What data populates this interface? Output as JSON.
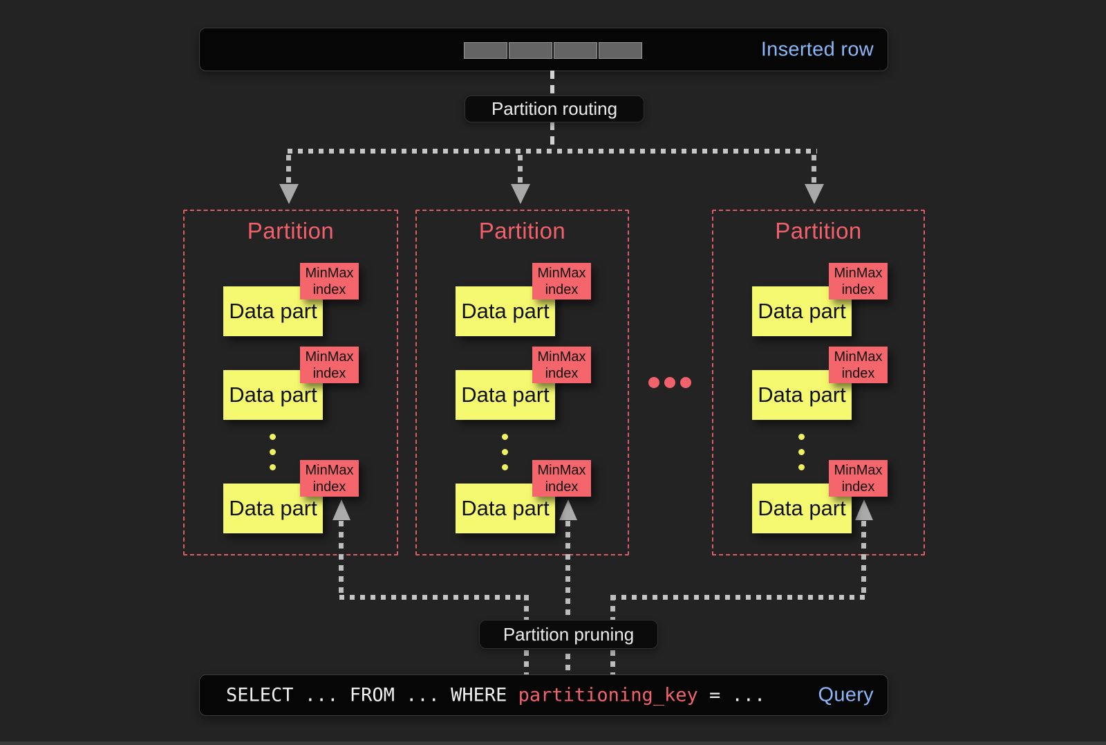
{
  "colors": {
    "background": "#232323",
    "bar_background": "#060606",
    "accent_blue": "#8ab7f8",
    "partition_border_red": "#dd5e66",
    "partition_title_red": "#f2606b",
    "minmax_red": "#f4656c",
    "datapart_yellow": "#f5f96f",
    "gray_line": "#c6c6c6",
    "arrow_gray": "#a8a8a8",
    "sql_key_red": "#f2626c"
  },
  "inserted_row": {
    "label": "Inserted row",
    "cell_count": 4
  },
  "routing_label": "Partition routing",
  "pruning_label": "Partition pruning",
  "ellipsis": "between partition 2 and 3",
  "partitions": [
    {
      "title": "Partition",
      "parts": [
        {
          "label": "Data part",
          "tag": [
            "MinMax",
            "index"
          ]
        },
        {
          "label": "Data part",
          "tag": [
            "MinMax",
            "index"
          ]
        },
        {
          "label": "Data part",
          "tag": [
            "MinMax",
            "index"
          ]
        }
      ]
    },
    {
      "title": "Partition",
      "parts": [
        {
          "label": "Data part",
          "tag": [
            "MinMax",
            "index"
          ]
        },
        {
          "label": "Data part",
          "tag": [
            "MinMax",
            "index"
          ]
        },
        {
          "label": "Data part",
          "tag": [
            "MinMax",
            "index"
          ]
        }
      ]
    },
    {
      "title": "Partition",
      "parts": [
        {
          "label": "Data part",
          "tag": [
            "MinMax",
            "index"
          ]
        },
        {
          "label": "Data part",
          "tag": [
            "MinMax",
            "index"
          ]
        },
        {
          "label": "Data part",
          "tag": [
            "MinMax",
            "index"
          ]
        }
      ]
    }
  ],
  "query": {
    "sql_prefix": "SELECT ... FROM ... WHERE ",
    "sql_key": "partitioning_key",
    "sql_suffix": " = ...",
    "label": "Query"
  }
}
